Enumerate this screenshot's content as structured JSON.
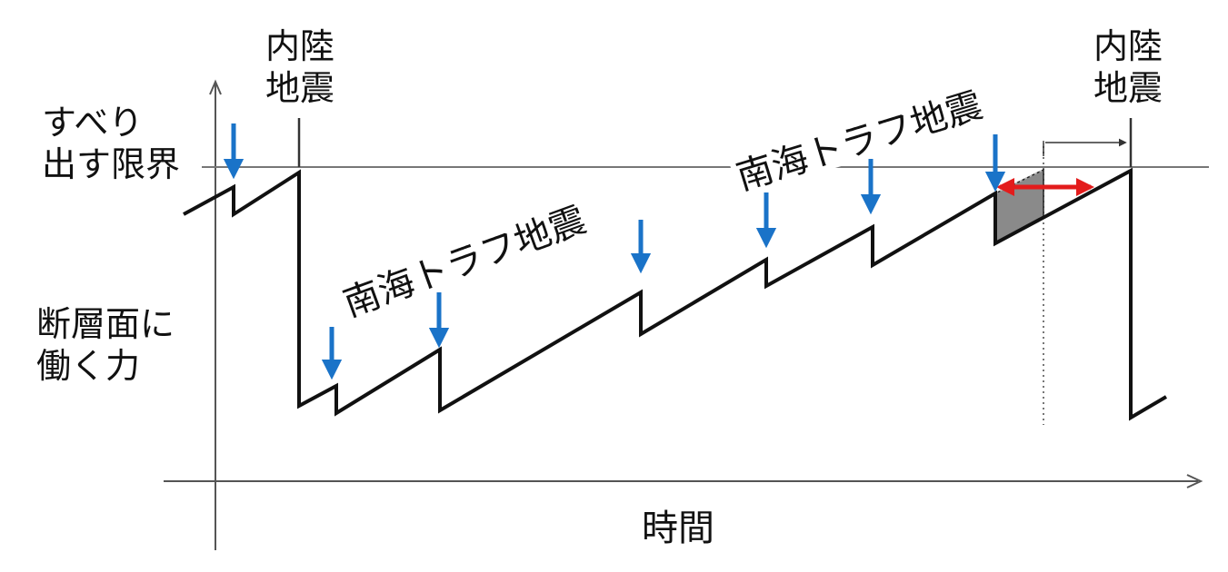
{
  "labels": {
    "slip_limit": [
      "すべり",
      "出す限界"
    ],
    "fault_force": [
      "断層面に",
      "働く力"
    ],
    "time": "時間",
    "inland_eq_left": [
      "内陸",
      "地震"
    ],
    "inland_eq_right": [
      "内陸",
      "地震"
    ],
    "nankai_lower": "南海トラフ地震",
    "nankai_upper": "南海トラフ地震"
  },
  "colors": {
    "stress_line": "#111111",
    "axis": "#555555",
    "nankai_arrow": "#1a73c8",
    "interval_arrow": "#e31c1c",
    "shaded_area": "#8a8a8a"
  }
}
